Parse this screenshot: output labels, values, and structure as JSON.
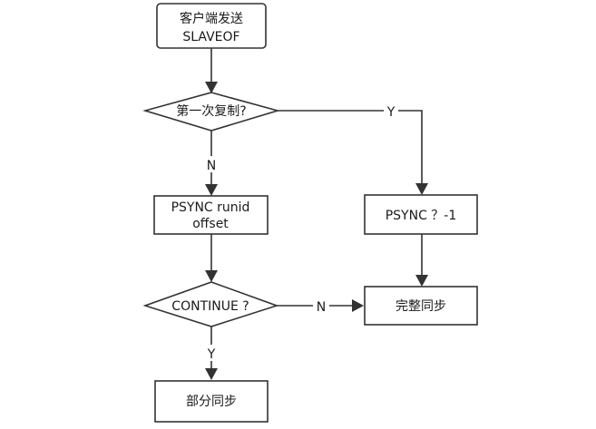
{
  "diagram": {
    "nodes": {
      "start": {
        "line1": "客户端发送",
        "line2": "SLAVEOF"
      },
      "first_copy": {
        "label": "第一次复制?"
      },
      "psync_partial": {
        "line1": "PSYNC runid",
        "line2": "offset"
      },
      "psync_full": {
        "label": "PSYNC ？-1"
      },
      "continue_check": {
        "label": "CONTINUE ?"
      },
      "full_sync": {
        "label": "完整同步"
      },
      "partial_sync": {
        "label": "部分同步"
      }
    },
    "edges": {
      "first_copy_yes": "Y",
      "first_copy_no": "N",
      "continue_no": "N",
      "continue_yes": "Y"
    }
  }
}
